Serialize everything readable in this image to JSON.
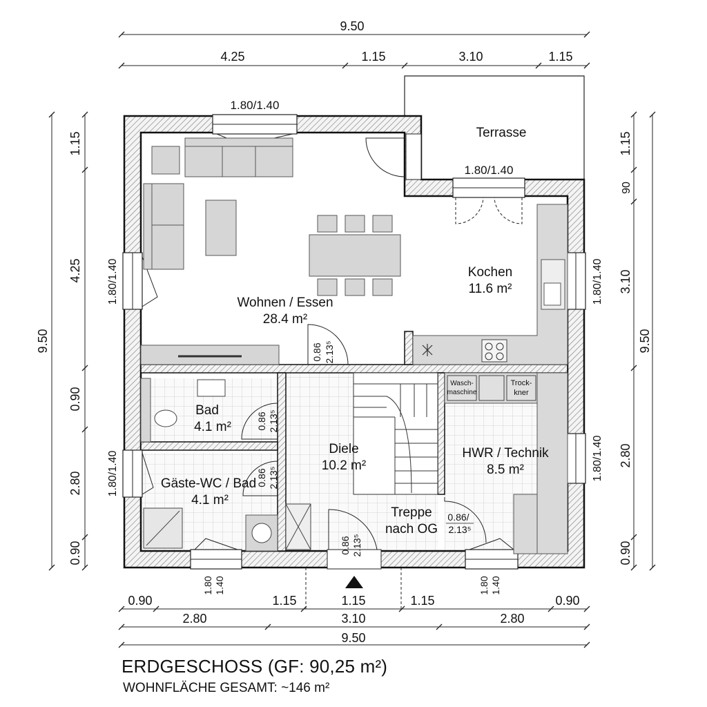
{
  "title": "ERDGESCHOSS (GF: 90,25 m²)",
  "subtitle": "WOHNFLÄCHE GESAMT: ~146 m²",
  "rooms": {
    "wohnen_name": "Wohnen / Essen",
    "wohnen_area": "28.4 m²",
    "kochen_name": "Kochen",
    "kochen_area": "11.6 m²",
    "bad_name": "Bad",
    "bad_area": "4.1 m²",
    "gaeste_name": "Gäste-WC / Bad",
    "gaeste_area": "4.1 m²",
    "diele_name": "Diele",
    "diele_area": "10.2 m²",
    "hwr_name": "HWR / Technik",
    "hwr_area": "8.5 m²",
    "treppe_line1": "Treppe",
    "treppe_line2": "nach OG",
    "terrasse_name": "Terrasse"
  },
  "appliances": {
    "wasch1": "Wasch-",
    "wasch2": "maschine",
    "trock1": "Trock-",
    "trock2": "kner"
  },
  "dims": {
    "top_total": "9.50",
    "top_a": "4.25",
    "top_b": "1.15",
    "top_c": "3.10",
    "top_d": "1.15",
    "bottom_total": "9.50",
    "bottom_a": "0.90",
    "bottom_b": "1.15",
    "bottom_c": "1.15",
    "bottom_d": "1.15",
    "bottom_e": "0.90",
    "bottom_f": "2.80",
    "bottom_g": "3.10",
    "bottom_h": "2.80",
    "left_total": "9.50",
    "left_a": "1.15",
    "left_b": "4.25",
    "left_c": "0.90",
    "left_d": "2.80",
    "left_e": "0.90",
    "right_total": "9.50",
    "right_a": "1.15",
    "right_b": "90",
    "right_c": "3.10",
    "right_d": "2.80",
    "right_e": "0.90"
  },
  "openings": {
    "win_top": "1.80/1.40",
    "win_terrace": "1.80/1.40",
    "win_left_top": "1.80/1.40",
    "win_left_bottom": "1.80/1.40",
    "win_right_top": "1.80/1.40",
    "win_right_bottom": "1.80/1.40",
    "win_bottom_left_a": "1.80",
    "win_bottom_left_b": "1.40",
    "win_bottom_right_a": "1.80",
    "win_bottom_right_b": "1.40",
    "door_wohnen_a": "0.86",
    "door_wohnen_b": "2.13⁵",
    "door_bad_a": "0.86",
    "door_bad_b": "2.13⁵",
    "door_gaeste_a": "0.86",
    "door_gaeste_b": "2.13⁵",
    "door_entry_a": "0.86",
    "door_entry_b": "2.13⁵",
    "door_hwr_a": "0.86/",
    "door_hwr_b": "2.13⁵"
  }
}
